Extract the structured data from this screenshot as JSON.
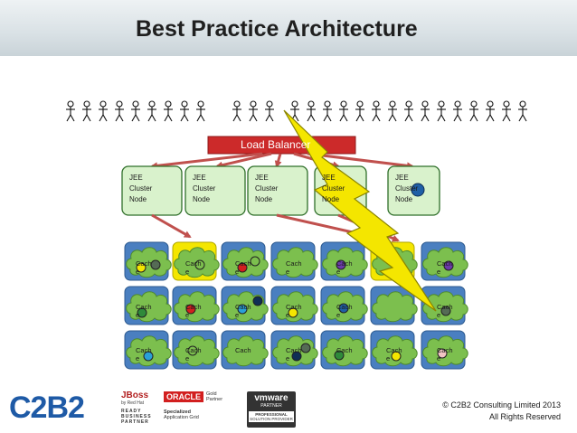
{
  "slide": {
    "title": "Best Practice Architecture"
  },
  "load_balancer": {
    "label": "Load Balancer"
  },
  "jee_nodes": [
    {
      "line1": "JEE",
      "line2": "Cluster",
      "line3": "Node"
    },
    {
      "line1": "JEE",
      "line2": "Cluster",
      "line3": "Node"
    },
    {
      "line1": "JEE",
      "line2": "Cluster",
      "line3": "Node"
    },
    {
      "line1": "JEE",
      "line2": "Cluster",
      "line3": "Node"
    },
    {
      "line1": "JEE",
      "line2": "Cluster",
      "line3": "Node"
    }
  ],
  "cache_label": {
    "line1": "Cach",
    "line2": "e"
  },
  "logos": {
    "c2b2": "C2B2",
    "jboss_top": "JBoss",
    "jboss_by": "by Red Hat",
    "jboss_ready": "READY",
    "jboss_business": "BUSINESS",
    "jboss_partner": "PARTNER",
    "oracle": "ORACLE",
    "oracle_gold": "Gold",
    "oracle_partner": "Partner",
    "oracle_specialized": "Specialized",
    "oracle_grid": "Application Grid",
    "vmware": "vmware",
    "vmware_partner": "PARTNER",
    "vmware_pro": "PROFESSIONAL",
    "vmware_solution": "SOLUTION PROVIDER"
  },
  "footer": {
    "copyright": "© C2B2 Consulting Limited 2013",
    "rights": "All Rights Reserved"
  },
  "colors": {
    "load_balancer": "#cc2a2a",
    "node_fill": "#d9f2cc",
    "node_border": "#2f6f2a",
    "cache_box": "#4a7fc0",
    "cache_cloud": "#7cbf4e",
    "highlight_box": "#f4e600",
    "lightning": "#f4e600",
    "arrow": "#c0504d"
  }
}
